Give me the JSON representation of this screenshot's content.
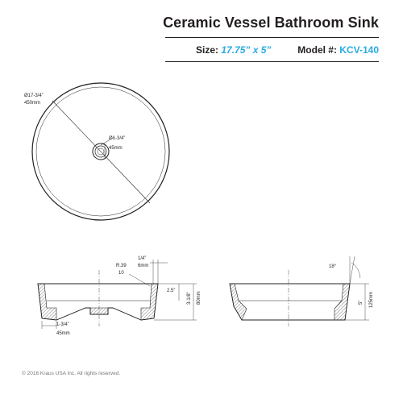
{
  "header": {
    "title": "Ceramic Vessel Bathroom Sink",
    "size_label": "Size:",
    "size_value": "17.75” x 5”",
    "model_label": "Model #:",
    "model_value": "KCV-140"
  },
  "top_view": {
    "outer_diameter_in": "Ø17-3/4”",
    "outer_diameter_mm": "450mm",
    "drain_diameter_in": "Ø1-3/4”",
    "drain_diameter_mm": "45mm"
  },
  "section_left": {
    "rim_in": "1/4”",
    "rim_mm": "6mm",
    "radius_r": "R.39",
    "radius_val": "10",
    "basin_depth": "2.5”",
    "height_in": "3-1/8”",
    "height_mm": "80mm",
    "drain_in": "1-3/4”",
    "drain_mm": "45mm"
  },
  "section_right": {
    "angle": "18°",
    "height_in": "5”",
    "height_mm": "125mm"
  },
  "footer": {
    "copyright": "© 2016 Kraus USA Inc. All rights reserved."
  },
  "colors": {
    "accent": "#29abe2",
    "ink": "#231f20"
  }
}
